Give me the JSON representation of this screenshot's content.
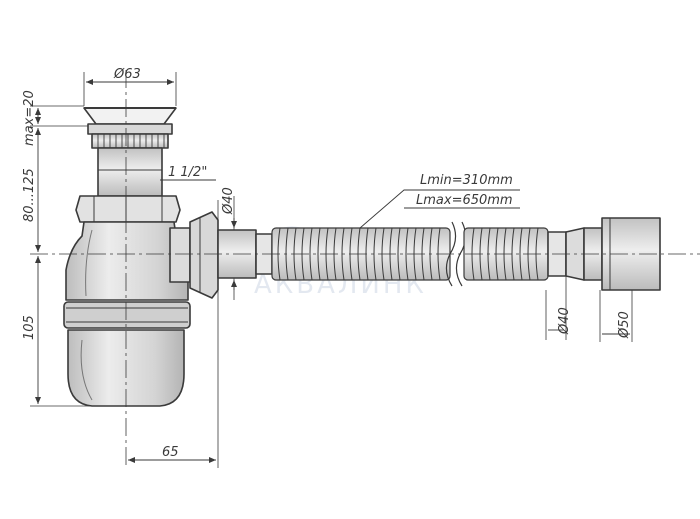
{
  "dimensions": {
    "top_diameter": "Ø63",
    "max_height": "max=20",
    "thread": "1 1/2\"",
    "height_range": "80...125",
    "outlet_diameter": "Ø40",
    "bottom_height": "105",
    "horizontal_offset": "65",
    "length_min": "Lmin=310mm",
    "length_max": "Lmax=650mm",
    "end_diameter_40": "Ø40",
    "end_diameter_50": "Ø50"
  },
  "watermark": "АКВАЛИНК",
  "colors": {
    "line": "#3a3a3a",
    "fill_light": "#e3e3e3",
    "fill_mid": "#cfcfcf",
    "watermark": "#cdd6e4"
  }
}
